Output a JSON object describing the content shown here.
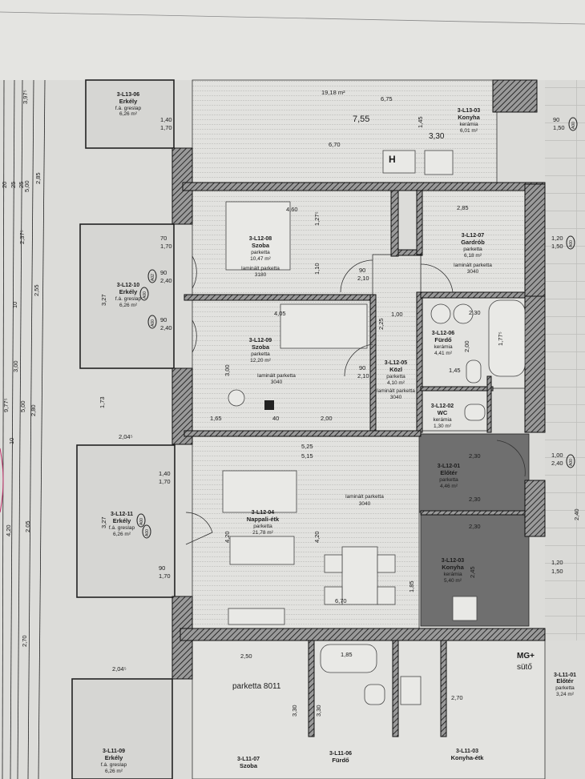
{
  "title": "Floor plan – level 12 apartment",
  "colors": {
    "paper": "#d9d9d6",
    "wall": "#333333",
    "dark_room": "#6f6f6f",
    "room": "#e3e3e0",
    "annotation": "#c0306a"
  },
  "rooms": {
    "l13_06": {
      "id": "3-L13-06",
      "name": "Erkély",
      "floor": "f.á. greslap",
      "area": "6,26 m²"
    },
    "l13_03": {
      "id": "3-L13-03",
      "name": "Konyha",
      "floor": "kerámia",
      "area": "6,01 m²"
    },
    "l12_08": {
      "id": "3-L12-08",
      "name": "Szoba",
      "floor": "parketta",
      "area": "10,47 m²",
      "finish": "laminált parketta",
      "code": "3180"
    },
    "l12_07": {
      "id": "3-L12-07",
      "name": "Gardrób",
      "floor": "parketta",
      "area": "6,18 m²",
      "finish": "laminált parketta",
      "code": "3040"
    },
    "l12_10": {
      "id": "3-L12-10",
      "name": "Erkély",
      "floor": "f.á. greslap",
      "area": "6,26 m²"
    },
    "l12_09": {
      "id": "3-L12-09",
      "name": "Szoba",
      "floor": "parketta",
      "area": "12,20 m²",
      "finish": "laminált parketta",
      "code": "3040"
    },
    "l12_05": {
      "id": "3-L12-05",
      "name": "Közl",
      "floor": "parketta",
      "area": "4,10 m²",
      "finish": "laminált parketta",
      "code": "3040"
    },
    "l12_06": {
      "id": "3-L12-06",
      "name": "Fürdő",
      "floor": "kerámia",
      "area": "4,41 m²"
    },
    "l12_02": {
      "id": "3-L12-02",
      "name": "WC",
      "floor": "kerámia",
      "area": "1,30 m²"
    },
    "l12_01": {
      "id": "3-L12-01",
      "name": "Előtér",
      "floor": "parketta",
      "area": "4,46 m²"
    },
    "l12_04": {
      "id": "3-L12-04",
      "name": "Nappali-étk",
      "floor": "parketta",
      "area": "21,78 m²",
      "finish": "laminált parketta",
      "code": "3040"
    },
    "l12_11": {
      "id": "3-L12-11",
      "name": "Erkély",
      "floor": "f.á. greslap",
      "area": "6,26 m²"
    },
    "l12_03": {
      "id": "3-L12-03",
      "name": "Konyha",
      "floor": "kerámia",
      "area": "5,40 m²"
    },
    "l11_09": {
      "id": "3-L11-09",
      "name": "Erkély",
      "floor": "f.á. greslap",
      "area": "6,26 m²"
    },
    "l11_07": {
      "id": "3-L11-07",
      "name": "Szoba"
    },
    "l11_06": {
      "id": "3-L11-06",
      "name": "Fürdő"
    },
    "l11_03": {
      "id": "3-L11-03",
      "name": "Konyha-étk"
    },
    "l11_01": {
      "id": "3-L11-01",
      "name": "Előtér",
      "floor": "parketta",
      "area": "3,24 m²"
    }
  },
  "labels": {
    "hood": "H",
    "area_top": "19,18 m²",
    "parquet_code": "parketta 8011",
    "mg": "MG+",
    "oven": "sütő",
    "dim_755": "7,55"
  },
  "dims": [
    "6,75",
    "3,30",
    "6,70",
    "1,45",
    "4,60",
    "2,85",
    "1,27⁵",
    "1,10",
    "4,05",
    "2,25",
    "1,00",
    "2,30",
    "2,00",
    "1,45",
    "1,77⁵",
    "90",
    "2,10",
    "90",
    "2,10",
    "5,25",
    "5,15",
    "4,20",
    "4,20",
    "6,70",
    "1,85",
    "2,30",
    "2,30",
    "2,30",
    "2,45",
    "2,04⁵",
    "2,04⁵",
    "3,27",
    "3,27",
    "1,40",
    "1,70",
    "90",
    "2,40",
    "90",
    "2,40",
    "70",
    "1,70",
    "1,40",
    "1,70",
    "90",
    "1,70",
    "90",
    "1,50",
    "1,20",
    "1,50",
    "1,00",
    "2,40",
    "1,20",
    "1,50",
    "2,50",
    "1,85",
    "2,70",
    "1,65",
    "40",
    "2,00",
    "3,00",
    "2,40",
    "1,73",
    "3,30",
    "3,30"
  ],
  "left_dims": [
    "3,97⁵",
    "2,85",
    "5,00",
    "2,37⁵",
    "2,55",
    "3,00",
    "9,77⁵",
    "5,00",
    "2,80",
    "4,20",
    "2,05",
    "2,70",
    "20",
    "25",
    "25",
    "10",
    "10"
  ],
  "window_tags": [
    "A02",
    "A00",
    "A00",
    "A00",
    "A00",
    "A00",
    "A00",
    "A00"
  ]
}
